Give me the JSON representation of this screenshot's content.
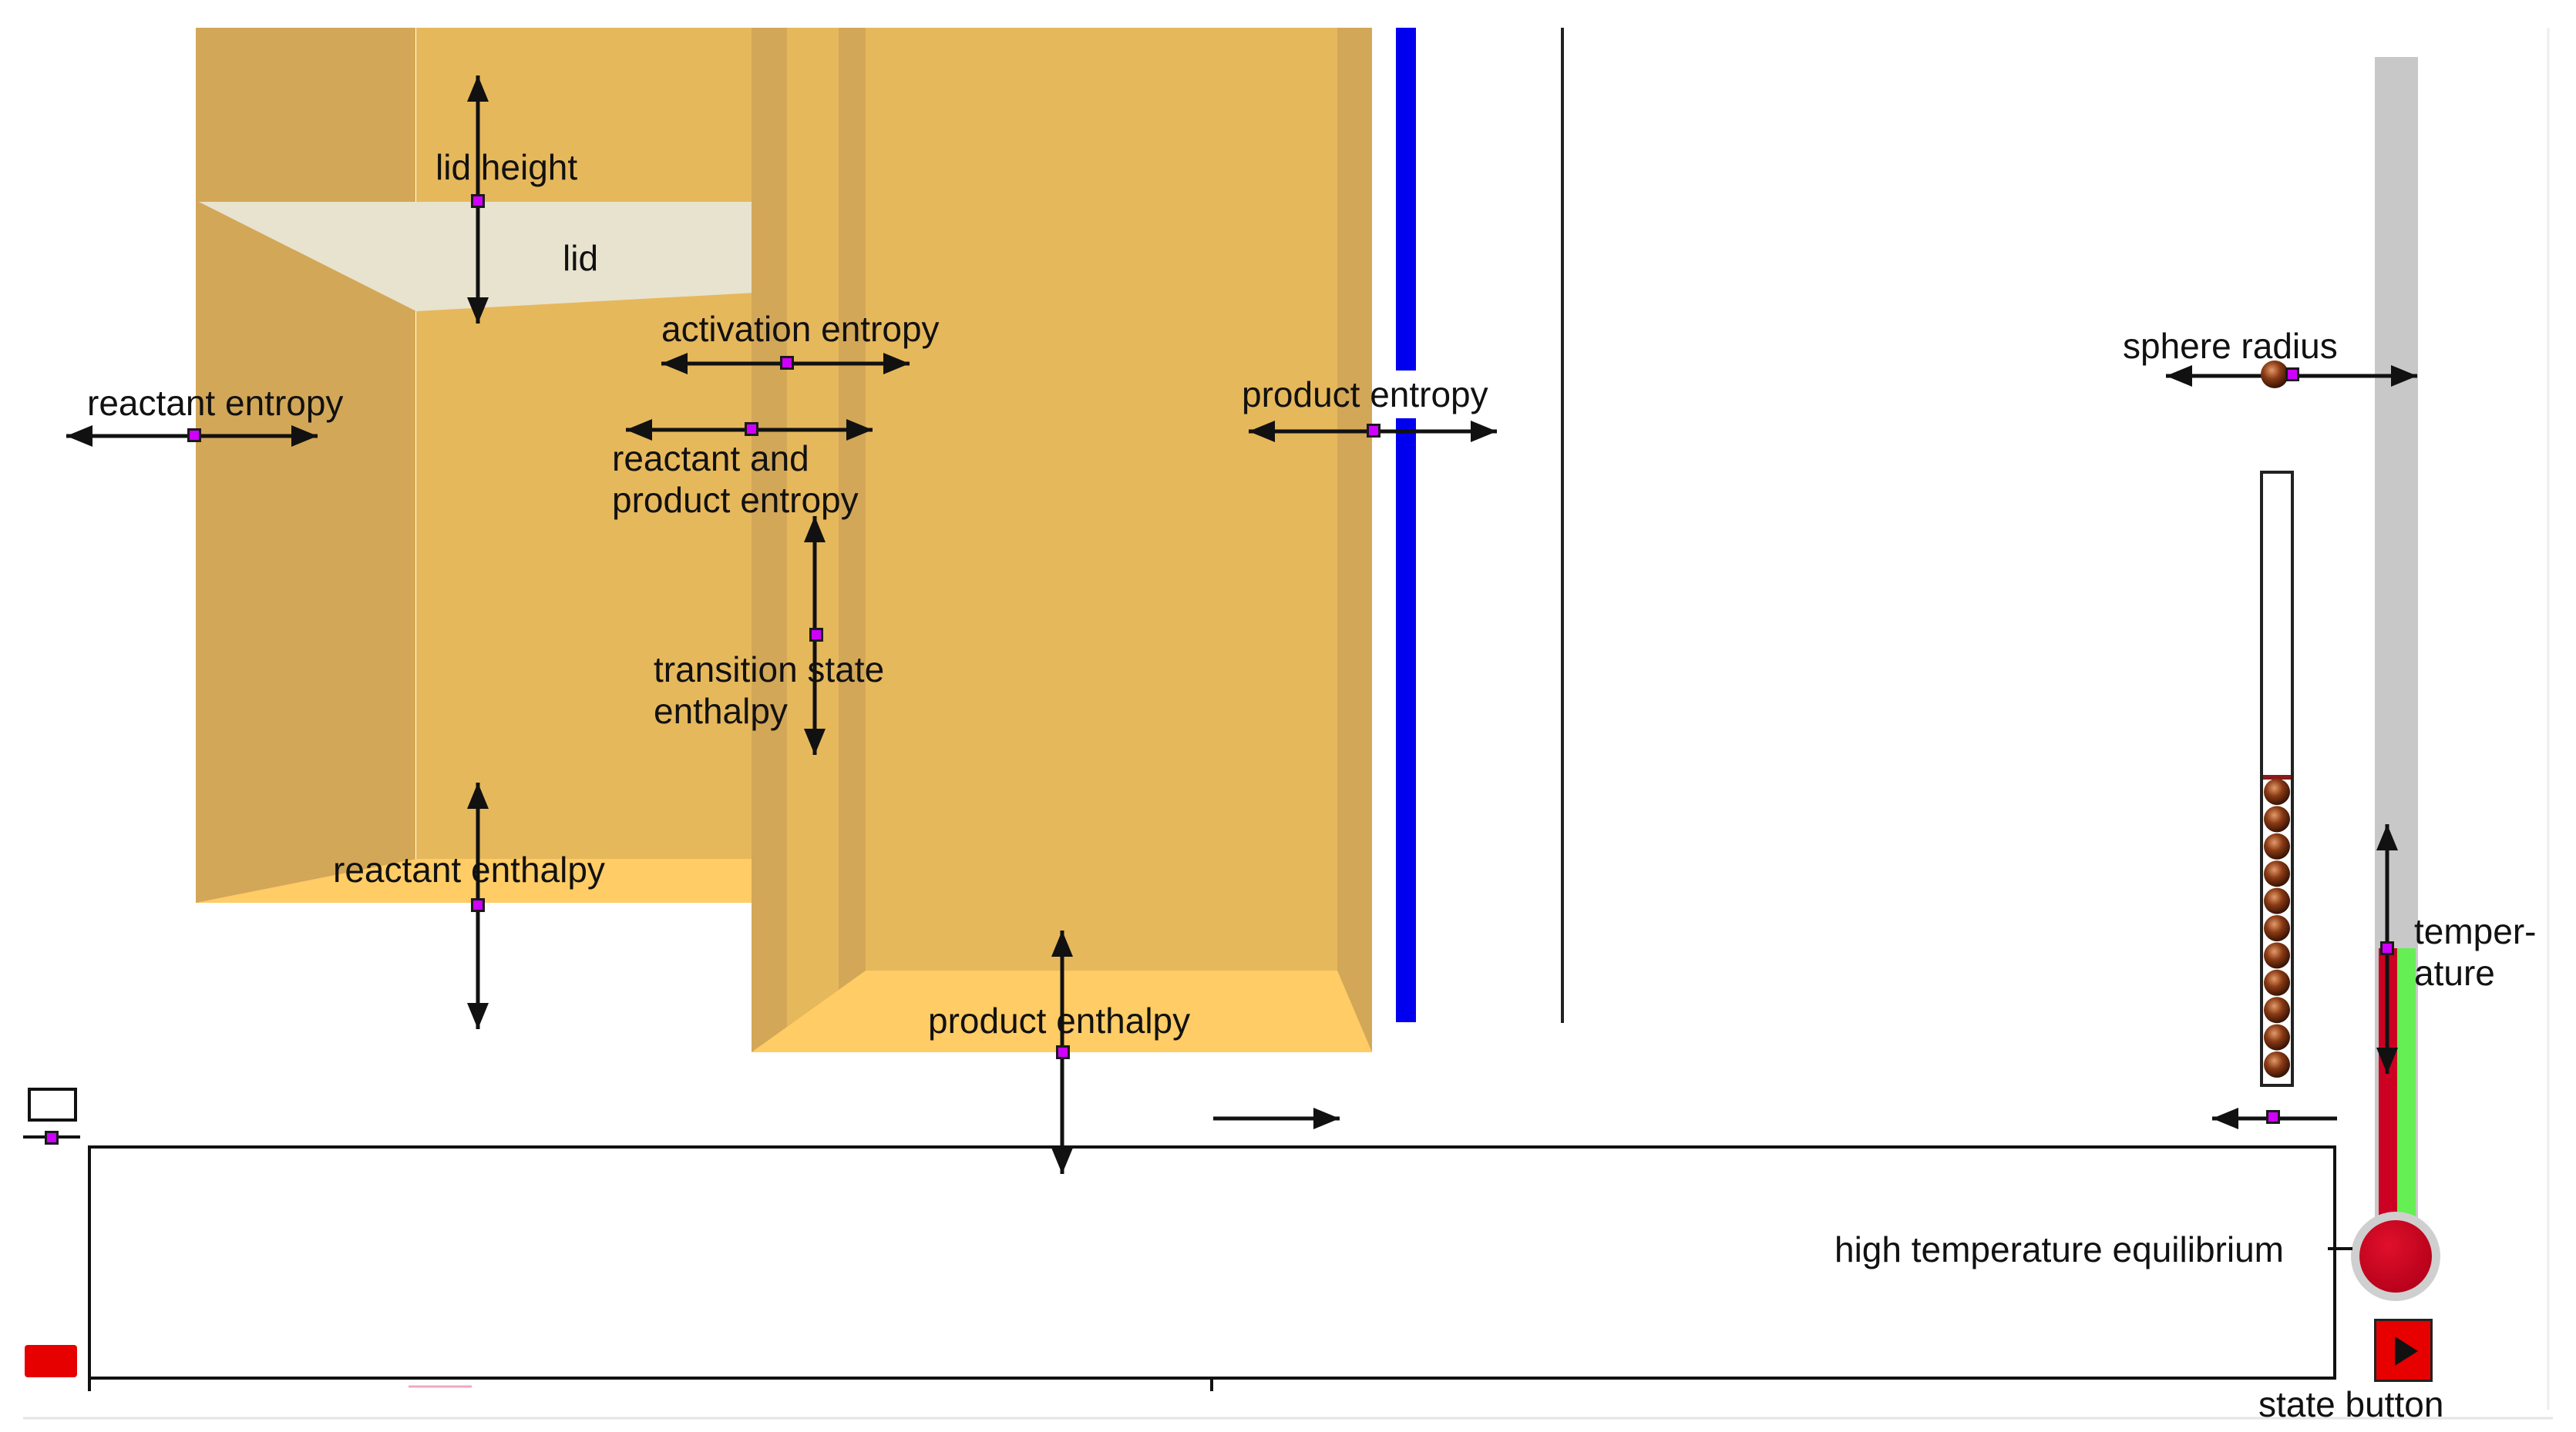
{
  "labels": {
    "lid_height": "lid height",
    "lid": "lid",
    "activation_entropy": "activation entropy",
    "reactant_entropy": "reactant entropy",
    "reactant_and_product_entropy_1": "reactant and",
    "reactant_and_product_entropy_2": "product entropy",
    "product_entropy": "product entropy",
    "transition_state_enthalpy_1": "transition state",
    "transition_state_enthalpy_2": "enthalpy",
    "reactant_enthalpy": "reactant enthalpy",
    "product_enthalpy": "product enthalpy",
    "sphere_radius": "sphere radius",
    "temperature_1": "temper-",
    "temperature_2": "ature",
    "high_temperature_equilibrium": "high temperature equilibrium",
    "state_button": "state button"
  },
  "colors": {
    "landscape_face": "#e6b85c",
    "landscape_side": "#d3a758",
    "landscape_floor": "#ffcc66",
    "lid": "#e8e3cf",
    "product_bar": "#0000ee",
    "thermometer_tube": "#c8c8c8",
    "thermometer_red": "#cc0022",
    "thermometer_green": "#66ee55",
    "handle": "#d000ff",
    "button_red": "#e60000"
  },
  "icons": {
    "monitor": "monitor-icon",
    "play": "play-icon"
  },
  "sphere_column": {
    "sphere_count": 11,
    "filled_fraction": 0.52
  },
  "thermometer": {
    "red_level_fraction": 0.34,
    "green_level_fraction": 0.32
  }
}
